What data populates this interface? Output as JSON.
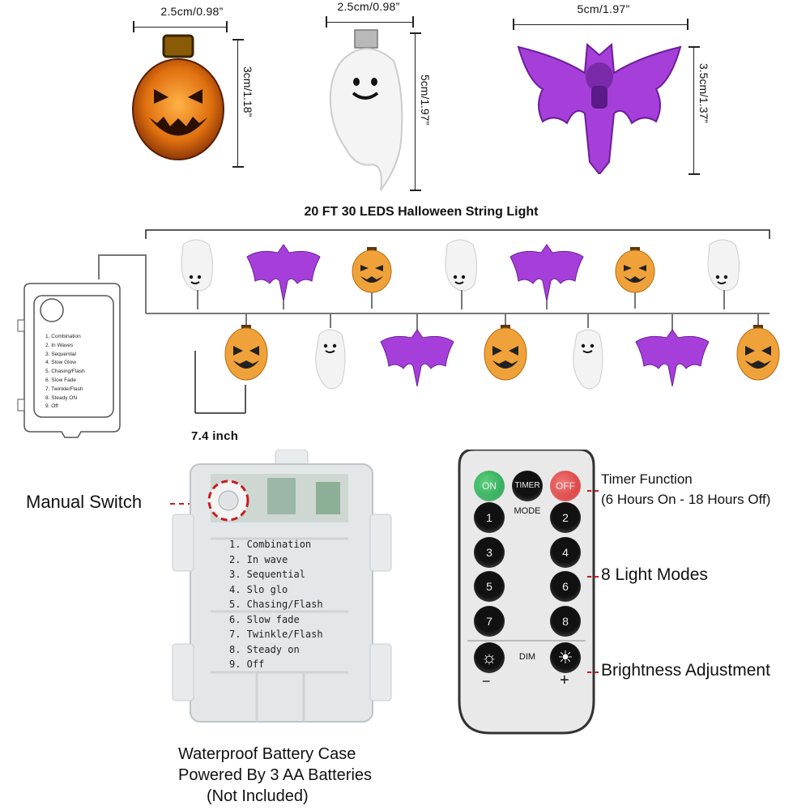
{
  "dimensions": {
    "pumpkin_width": "2.5cm/0.98”",
    "pumpkin_height": "3cm/1.18”",
    "ghost_width": "2.5cm/0.98”",
    "ghost_height": "5cm/1.97”",
    "bat_width": "5cm/1.97”",
    "bat_height": "3.5cm/1.37”"
  },
  "string_title": "20 FT 30 LEDS Halloween String Light",
  "spacing_label": "7.4 inch",
  "small_case_modes": [
    "1. Combination",
    "2. In Waves",
    "3. Sequential",
    "4. Slow Glow",
    "5. Chasing/Flash",
    "6. Slow Fade",
    "7. Twinkle/Flash",
    "8. Steady ON",
    "9. Off"
  ],
  "battery_case": {
    "manual_switch_label": "Manual Switch",
    "modes": [
      "1. Combination",
      "2. In wave",
      "3. Sequential",
      "4. Slo glo",
      "5. Chasing/Flash",
      "6. Slow fade",
      "7. Twinkle/Flash",
      "8. Steady on",
      "9. Off"
    ],
    "caption_line1": "Waterproof Battery Case",
    "caption_line2": "Powered By 3 AA Batteries",
    "caption_line3": "(Not Included)"
  },
  "remote": {
    "on": "ON",
    "timer": "TIMER",
    "off": "OFF",
    "mode": "MODE",
    "numbers": [
      "1",
      "2",
      "3",
      "4",
      "5",
      "6",
      "7",
      "8"
    ],
    "dim": "DIM",
    "minus": "−",
    "plus": "+"
  },
  "features": {
    "timer_title": "Timer Function",
    "timer_detail": "(6 Hours On - 18 Hours Off)",
    "modes": "8 Light Modes",
    "brightness": "Brightness Adjustment"
  },
  "colors": {
    "pumpkin": "#e8971f",
    "bat": "#a03ad6",
    "ghost": "#f2f2f2",
    "callout": "#c81e1e",
    "remote_on": "#1d9a4a",
    "remote_off": "#d42a2a"
  },
  "icons": [
    "pumpkin-icon",
    "ghost-icon",
    "bat-icon",
    "battery-case-icon",
    "remote-icon"
  ]
}
